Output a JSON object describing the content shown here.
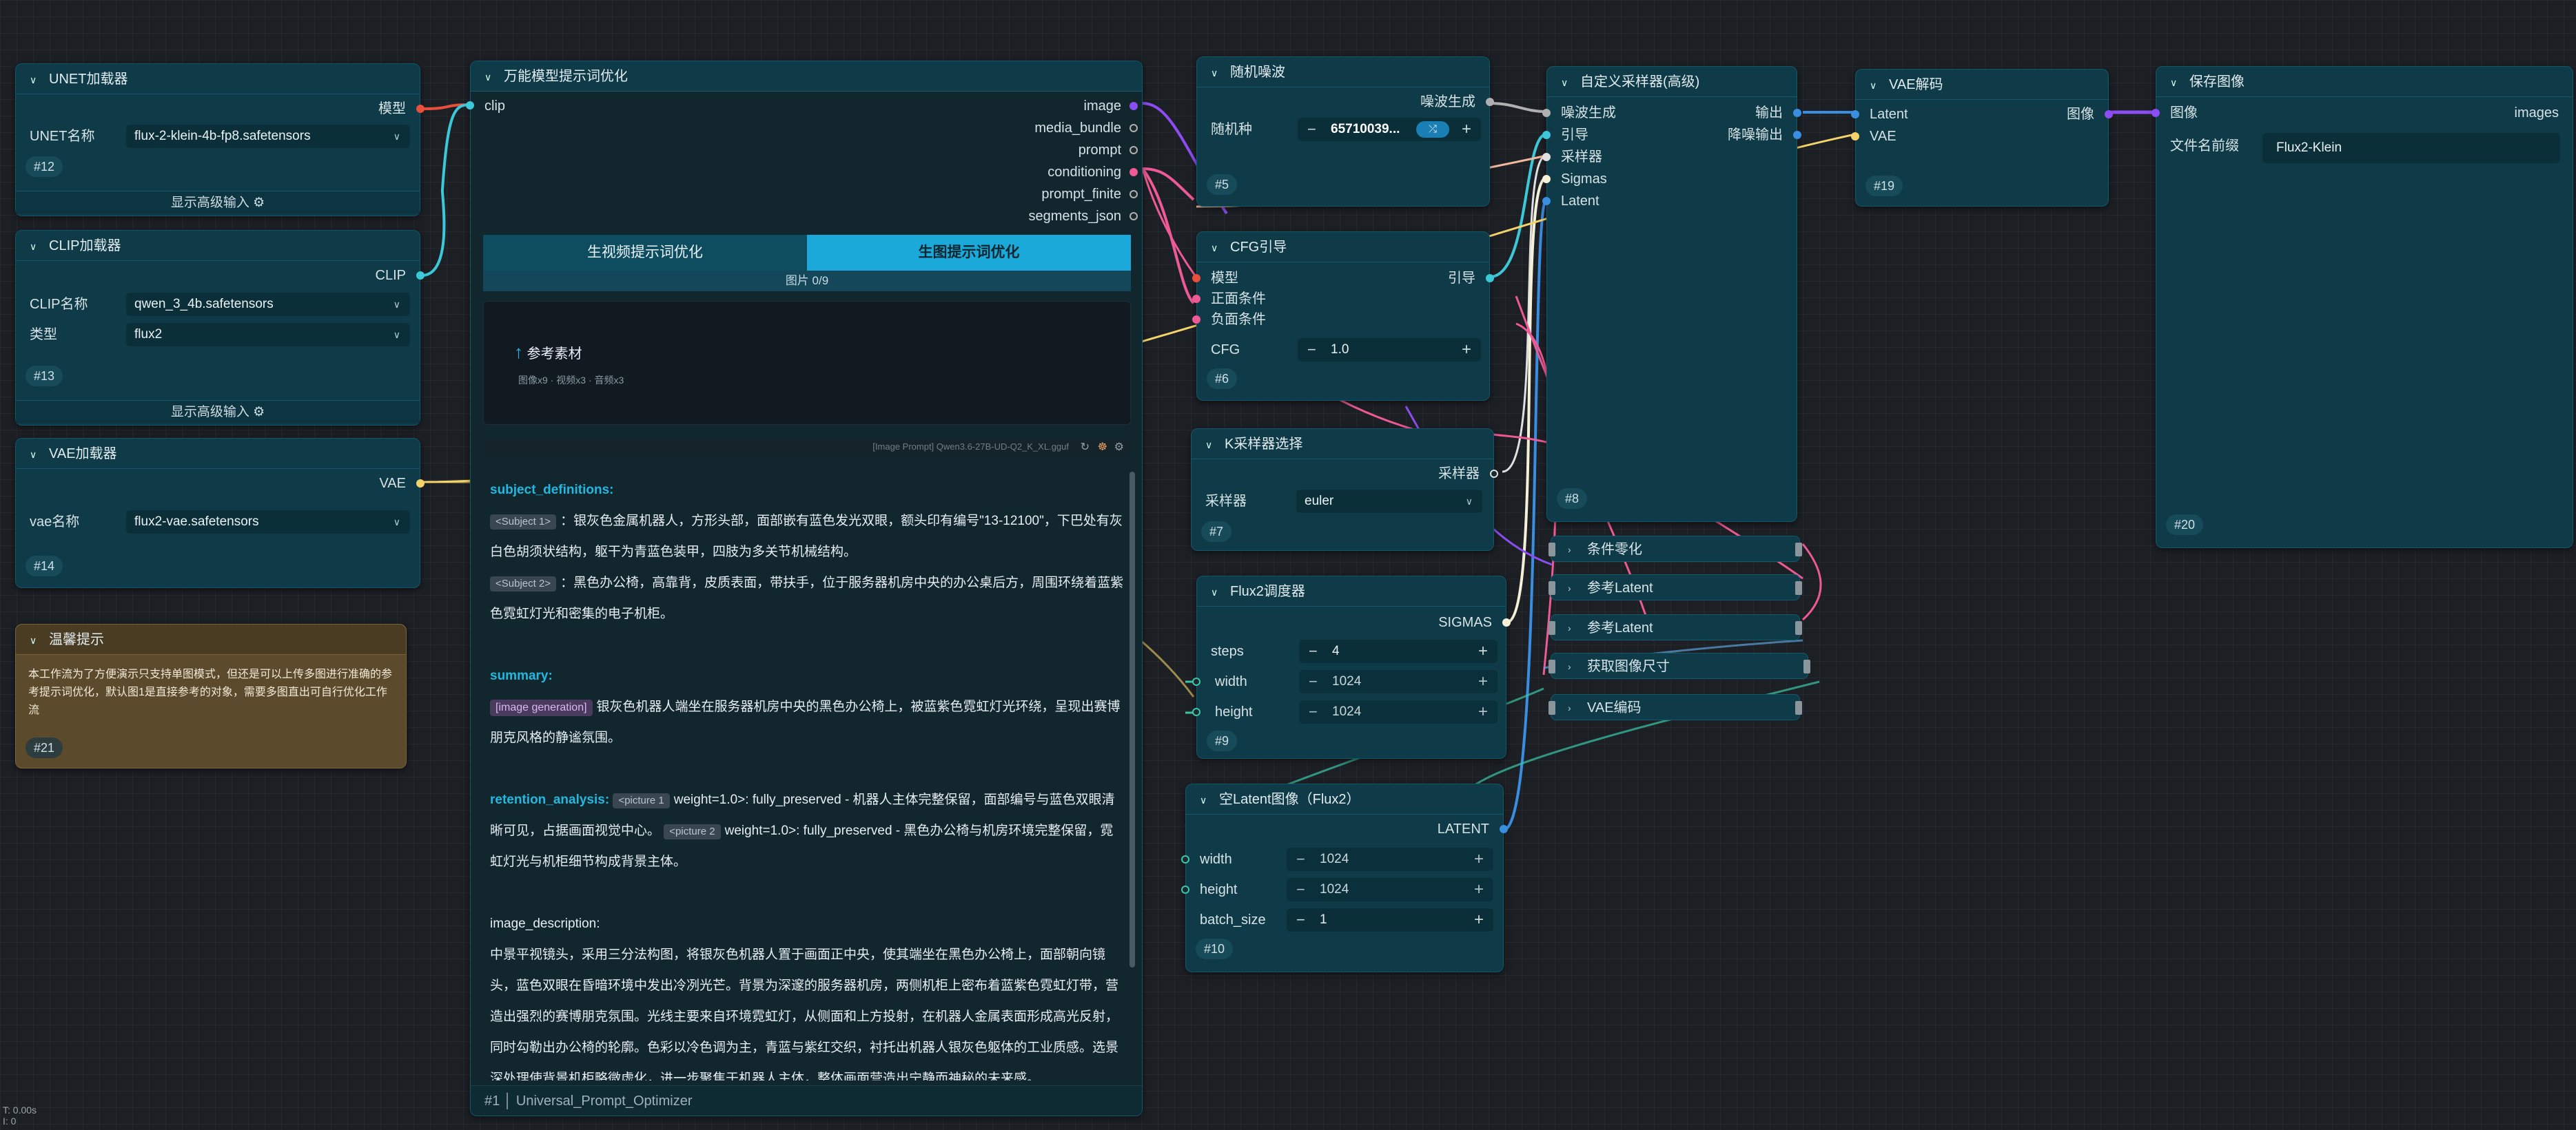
{
  "unet": {
    "title": "UNET加载器",
    "out_label": "模型",
    "field_label": "UNET名称",
    "field_value": "flux-2-klein-4b-fp8.safetensors",
    "id": "#12",
    "advanced": "显示高级输入"
  },
  "clip": {
    "title": "CLIP加载器",
    "out_label": "CLIP",
    "name_label": "CLIP名称",
    "name_value": "qwen_3_4b.safetensors",
    "type_label": "类型",
    "type_value": "flux2",
    "id": "#13",
    "advanced": "显示高级输入"
  },
  "vae": {
    "title": "VAE加载器",
    "out_label": "VAE",
    "field_label": "vae名称",
    "field_value": "flux2-vae.safetensors",
    "id": "#14"
  },
  "note": {
    "title": "温馨提示",
    "text": "本工作流为了方便演示只支持单图模式，但还是可以上传多图进行准确的参考提示词优化，默认图1是直接参考的对象，需要多图直出可自行优化工作流",
    "id": "#21"
  },
  "optimizer": {
    "title": "万能模型提示词优化",
    "input_clip": "clip",
    "outputs": [
      "image",
      "media_bundle",
      "prompt",
      "conditioning",
      "prompt_finite",
      "segments_json"
    ],
    "tabs": [
      "生视频提示词优化",
      "生图提示词优化"
    ],
    "image_count": "图片 0/9",
    "upload_label": "参考素材",
    "upload_hint": "图像x9 · 视频x3 · 音频x3",
    "status_text": "[Image Prompt] Qwen3.6-27B-UD-Q2_K_XL.gguf",
    "subject_definitions": "subject_definitions:",
    "subject1_tag": "<Subject 1>",
    "subject1_text": "：银灰色金属机器人，方形头部，面部嵌有蓝色发光双眼，额头印有编号\"13-12100\"，下巴处有灰白色胡须状结构，躯干为青蓝色装甲，四肢为多关节机械结构。",
    "subject2_tag": "<Subject 2>",
    "subject2_text": "：黑色办公椅，高靠背，皮质表面，带扶手，位于服务器机房中央的办公桌后方，周围环绕着蓝紫色霓虹灯光和密集的电子机柜。",
    "summary_label": "summary:",
    "summary_tag": "[image generation]",
    "summary_text": "银灰色机器人端坐在服务器机房中央的黑色办公椅上，被蓝紫色霓虹灯光环绕，呈现出赛博朋克风格的静谧氛围。",
    "retention_label": "retention_analysis:",
    "ret_tag1": "<picture 1",
    "ret_text1": "weight=1.0>: fully_preserved - 机器人主体完整保留，面部编号与蓝色双眼清晰可见，占据画面视觉中心。",
    "ret_tag2": "<picture 2",
    "ret_text2": "weight=1.0>: fully_preserved - 黑色办公椅与机房环境完整保留，霓虹灯光与机柜细节构成背景主体。",
    "image_desc_label": "image_description:",
    "image_desc_text": "中景平视镜头，采用三分法构图，将银灰色机器人置于画面正中央，使其端坐在黑色办公椅上，面部朝向镜头，蓝色双眼在昏暗环境中发出冷冽光芒。背景为深邃的服务器机房，两侧机柜上密布着蓝紫色霓虹灯带，营造出强烈的赛博朋克氛围。光线主要来自环境霓虹灯，从侧面和上方投射，在机器人金属表面形成高光反射，同时勾勒出办公椅的轮廓。色彩以冷色调为主，青蓝与紫红交织，衬托出机器人银灰色躯体的工业质感。选景深处理使背景机柜略微虚化，进一步聚焦于机器人主体，整体画面营造出宁静而神秘的未来感。",
    "footer_id": "#1",
    "footer_name": "Universal_Prompt_Optimizer"
  },
  "noise": {
    "title": "随机噪波",
    "out_label": "噪波生成",
    "seed_label": "随机种",
    "seed_value": "65710039...",
    "id": "#5"
  },
  "cfg": {
    "title": "CFG引导",
    "out_label": "引导",
    "in_model": "模型",
    "in_pos": "正面条件",
    "in_neg": "负面条件",
    "cfg_label": "CFG",
    "cfg_value": "1.0",
    "id": "#6"
  },
  "ksampler_select": {
    "title": "K采样器选择",
    "out_label": "采样器",
    "field_label": "采样器",
    "field_value": "euler",
    "id": "#7"
  },
  "scheduler": {
    "title": "Flux2调度器",
    "out_label": "SIGMAS",
    "steps_label": "steps",
    "steps_value": "4",
    "width_label": "width",
    "width_value": "1024",
    "height_label": "height",
    "height_value": "1024",
    "id": "#9"
  },
  "latent": {
    "title": "空Latent图像（Flux2）",
    "out_label": "LATENT",
    "width_label": "width",
    "width_value": "1024",
    "height_label": "height",
    "height_value": "1024",
    "batch_label": "batch_size",
    "batch_value": "1",
    "id": "#10"
  },
  "custom_sampler": {
    "title": "自定义采样器(高级)",
    "inputs": [
      "噪波生成",
      "引导",
      "采样器",
      "Sigmas",
      "Latent"
    ],
    "out1": "输出",
    "out2": "降噪输出",
    "id": "#8"
  },
  "collapsed": [
    "条件零化",
    "参考Latent",
    "参考Latent",
    "获取图像尺寸",
    "VAE编码"
  ],
  "vae_decode": {
    "title": "VAE解码",
    "in1": "Latent",
    "in2": "VAE",
    "out_label": "图像",
    "id": "#19"
  },
  "save": {
    "title": "保存图像",
    "in_label": "图像",
    "out_label": "images",
    "prefix_label": "文件名前缀",
    "prefix_value": "Flux2-Klein",
    "id": "#20"
  },
  "stats": {
    "line1": "T: 0.00s",
    "line2": "I: 0"
  },
  "colors": {
    "model": "#e8503c",
    "clip": "#f5d36b",
    "vae": "#f0707a",
    "conditioning": "#ee5a96",
    "latent": "#e878c0",
    "image": "#64b5f6",
    "accent": "#19a6d6"
  }
}
